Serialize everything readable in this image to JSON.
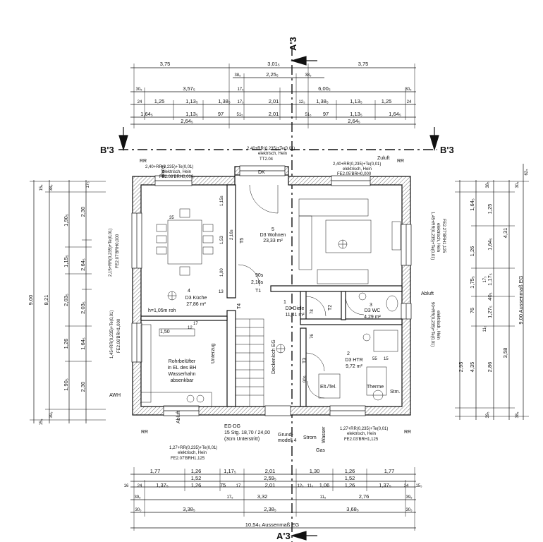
{
  "section_marks": {
    "a3_top": "A'3",
    "a3_bottom": "A'3",
    "b3_left": "B'3",
    "b3_right": "B'3"
  },
  "top_dims": {
    "r1": [
      "3,75",
      "3,01₅",
      "3,75"
    ],
    "r2": [
      "38₅",
      "2,25₅",
      "38₅"
    ],
    "r3": [
      "30₅",
      "3,57₅",
      "17₅",
      "6,00₅",
      "30₅"
    ],
    "r4": [
      "24",
      "1,25",
      "1,13₅",
      "1,38₅",
      "17₅",
      "2,01",
      "12₅",
      "1,38₅",
      "1,13₅",
      "1,25",
      "24"
    ],
    "r5": [
      "1,64₅",
      "1,13₅",
      "97",
      "51₅",
      "2,01",
      "51₅",
      "97",
      "1,13₅",
      "1,64₅"
    ],
    "r6": [
      "2,64₅",
      "2,64₅"
    ]
  },
  "bottom_dims": {
    "r1": [
      "1,77",
      "1,26",
      "1,17₅",
      "2,01",
      "1,30",
      "1,26",
      "1,77"
    ],
    "r2": [
      "1,52",
      "2,59₅",
      "1,52"
    ],
    "r3": [
      "16",
      "24",
      "1,37₅",
      "1,26",
      "75",
      "17",
      "2,01",
      "12₅",
      "11₅",
      "1,06",
      "1,26",
      "1,37₅",
      "24",
      "15₅"
    ],
    "r4": [
      "39₅",
      "17₅",
      "3,32",
      "11₅",
      "2,76",
      "39₅"
    ],
    "r5": [
      "30₅",
      "3,38₅",
      "2,38₅",
      "3,68₅",
      "30₅"
    ],
    "r6": [
      "10,54₅ Aussenmaß EG"
    ]
  },
  "left_dims": {
    "outer": "9,00",
    "c2": "8,21",
    "c3": [
      "1,90₅",
      "1,15₅",
      "2,03₅",
      "1,26",
      "1,90₅"
    ],
    "c4": [
      "2,30",
      "2,64₅",
      "2,03₅",
      "1,64₅",
      "2,30"
    ],
    "small": [
      "38₅",
      "15₅",
      "17₅",
      "39₅",
      "15₅"
    ]
  },
  "right_dims": {
    "outer": "9,00 Aussenmaß EG",
    "c2": [
      "4,31",
      "3,58"
    ],
    "c3": [
      "1,64₅",
      "1,26",
      "1,75₅",
      "76",
      "4,35"
    ],
    "c4": [
      "1,25",
      "1,64₅",
      "1,17₅",
      "40₅",
      "1,27₅",
      "2,86",
      "2,95"
    ],
    "small": [
      "38₅",
      "62₅",
      "39₅",
      "17₅",
      "11₅",
      "38₅",
      "30₅"
    ]
  },
  "window_tags": {
    "top_left": [
      "2,40+RR(0,235)+Te(0,01)",
      "elektrisch, Hein",
      "FE2.08'BRH0,000"
    ],
    "top_mid": [
      "2,40+RR(0,235)+Te(0,01)",
      "elektrisch, Hein",
      "TT2.04"
    ],
    "top_right": [
      "2,40+RR(0,235)+Te(0,01)",
      "elektrisch, Hein",
      "FE2.05'BRH0,000"
    ],
    "left_upper": [
      "2,15+RR(0,235)+Te(0,01)",
      "FE2.07'BRH0,000"
    ],
    "left_lower": [
      "1,45+RR(0,235)+Te(0,01)",
      "FE2.06'BRH1,000"
    ],
    "right_upper": [
      "1,45+RR(0,235)+Te(0,01)",
      "elektrisch, Hein",
      "FE2.27'BRH1,125"
    ],
    "right_lower": [
      "90+RR(0,235)+Te(0,01)",
      "elektrisch, Hein"
    ],
    "bottom_left": [
      "1,27+RR(0,235)+Te(0,01)",
      "elektrisch, Hein",
      "FE2.07'BRH1,125"
    ],
    "bottom_right": [
      "1,27+RR(0,235)+Te(0,01)",
      "elektrisch, Hein",
      "FE2.03'BRH1,125"
    ]
  },
  "rooms": [
    {
      "num": "5",
      "name": "D3 Wohnen",
      "area": "23,33 m²"
    },
    {
      "num": "4",
      "name": "D3 Küche",
      "area": "27,86 m²"
    },
    {
      "num": "1",
      "name": "D3 Diele",
      "area": "11,41 m²"
    },
    {
      "num": "3",
      "name": "D3 WC",
      "area": "4,29 m²"
    },
    {
      "num": "2",
      "name": "D3 HTR",
      "area": "9,72 m²"
    }
  ],
  "labels": {
    "zuluft_l": "Zuluft",
    "zuluft_r": "Zuluft",
    "abluft": "Abluft",
    "abluft_bot": "Abluft",
    "rr1": "RR",
    "rr2": "RR",
    "rr3": "RR",
    "rr4": "RR",
    "awh": "AWH",
    "dk": "DK",
    "t5": "T5",
    "t4": "T4",
    "t1": "T1",
    "t2": "T2",
    "t3": "T3",
    "opening": "90s",
    "opening_h": "2,16s",
    "h_note": "h=1,05m roh",
    "sink_w": "1,50",
    "rohr": [
      "Rohrbelüfter",
      "in EL des BH",
      "Wasserhahn",
      "absenkbar"
    ],
    "unterzug": "Unterzug",
    "deckenloch": "Deckenloch EG",
    "eg_dg": "EG-DG",
    "stairs": [
      "15 Stg. 18,70 / 24,00",
      "(3cm Unterstritt)"
    ],
    "grund": [
      "Grund-",
      "modell 4"
    ],
    "strom": "Strom",
    "wasser": "Wasser",
    "gas": "Gas",
    "elt": "Elt./Tel.",
    "therme": "Therme",
    "stm": "Stm.",
    "m35": "35",
    "m153": "1,53",
    "m115": "1,15s",
    "m216": "2,16s",
    "m100": "1,00",
    "m13": "13",
    "m17": "17",
    "m78": "78",
    "m76": "76",
    "m90": "90s",
    "m12": "12",
    "m15": "15",
    "m55": "55"
  }
}
